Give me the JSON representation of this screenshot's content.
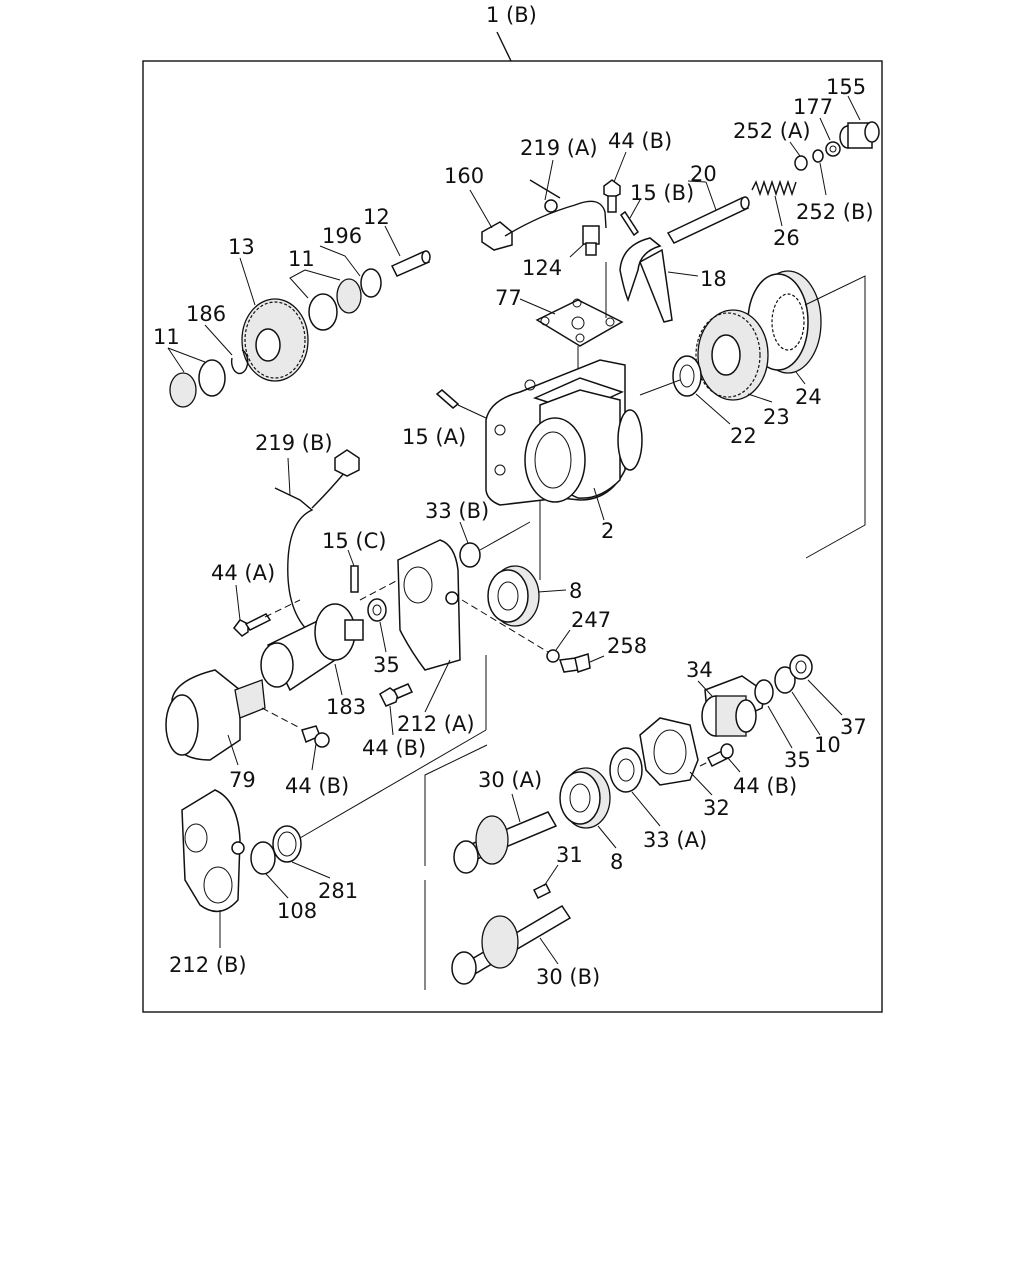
{
  "title": "1 (B)",
  "labels": {
    "l155": "155",
    "l177": "177",
    "l252a": "252 (A)",
    "l252b": "252 (B)",
    "l219a": "219 (A)",
    "l44b_top": "44 (B)",
    "l160": "160",
    "l20": "20",
    "l15b": "15 (B)",
    "l26": "26",
    "l12": "12",
    "l196": "196",
    "l13": "13",
    "l11_top": "11",
    "l124": "124",
    "l18": "18",
    "l186": "186",
    "l11_left": "11",
    "l77": "77",
    "l24": "24",
    "l15a": "15 (A)",
    "l22": "22",
    "l23": "23",
    "l219b": "219 (B)",
    "l33b": "33 (B)",
    "l2": "2",
    "l15c": "15 (C)",
    "l44a": "44 (A)",
    "l8_mid": "8",
    "l247": "247",
    "l258": "258",
    "l35_left": "35",
    "l183": "183",
    "l212a": "212 (A)",
    "l44b_mid": "44 (B)",
    "l34": "34",
    "l37": "37",
    "l10": "10",
    "l35_right": "35",
    "l44b_right": "44 (B)",
    "l79": "79",
    "l44b_low": "44 (B)",
    "l30a": "30 (A)",
    "l32": "32",
    "l33a": "33 (A)",
    "l8_low": "8",
    "l31": "31",
    "l281": "281",
    "l108": "108",
    "l212b": "212 (B)",
    "l30b": "30 (B)"
  }
}
